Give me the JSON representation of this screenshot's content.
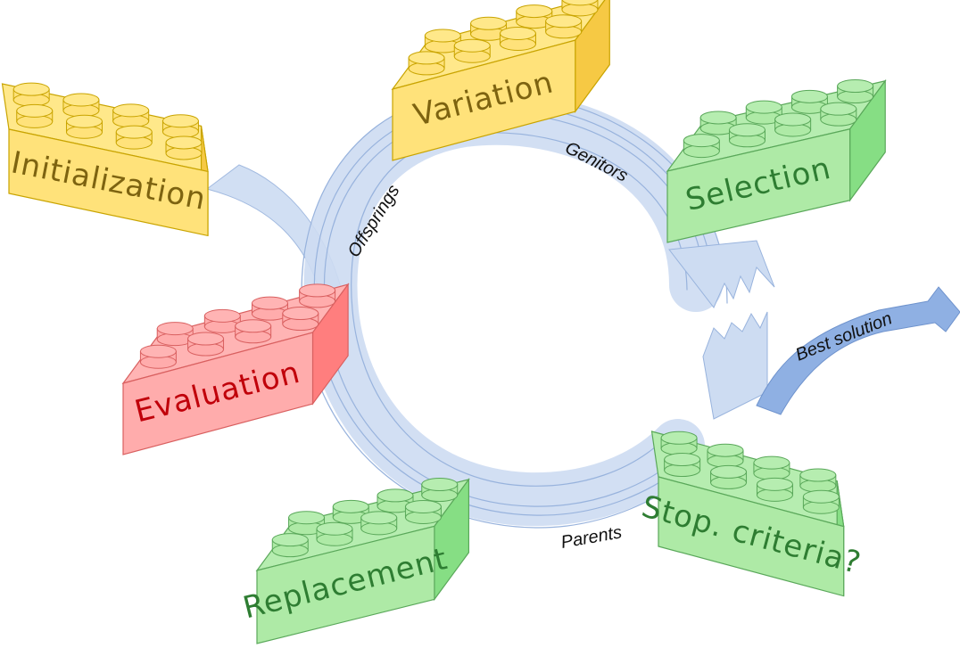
{
  "diagram": {
    "blocks": [
      {
        "id": "initialization",
        "label": "Initialization",
        "color": "yellow"
      },
      {
        "id": "variation",
        "label": "Variation",
        "color": "yellow"
      },
      {
        "id": "selection",
        "label": "Selection",
        "color": "green"
      },
      {
        "id": "evaluation",
        "label": "Evaluation",
        "color": "red"
      },
      {
        "id": "replacement",
        "label": "Replacement",
        "color": "green"
      },
      {
        "id": "stop-criteria",
        "label": "Stop. criteria?",
        "color": "green"
      }
    ],
    "flows": {
      "offsprings": "Offsprings",
      "genitors": "Genitors",
      "parents": "Parents",
      "best_solution": "Best solution"
    }
  },
  "palette": {
    "yellow": {
      "top": "#ffe88a",
      "front": "#ffe27a",
      "side": "#f6c944",
      "stroke": "#c9a400",
      "text": "#7d6310"
    },
    "green": {
      "top": "#b6edb0",
      "front": "#aeeaa6",
      "side": "#86de84",
      "stroke": "#5aa85a",
      "text": "#2e7d32"
    },
    "red": {
      "top": "#ffb4b4",
      "front": "#ffacac",
      "side": "#ff7e7e",
      "stroke": "#d96060",
      "text": "#c0000a"
    },
    "flow_light": "#cddcf2",
    "flow_stroke": "#98b3dd",
    "flow_dark": "#8fb0e3"
  }
}
